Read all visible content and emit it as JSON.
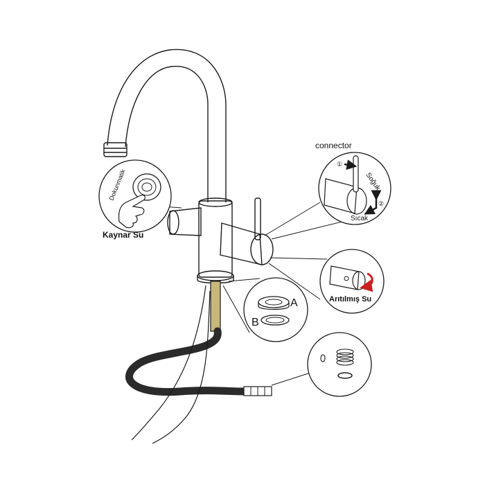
{
  "labels": {
    "connector": "connector",
    "touch": "Dokunmatik",
    "boiling_water": "Kaynar Su",
    "cold": "Soğuk",
    "hot": "Sıcak",
    "step_one": "①",
    "step_two": "②",
    "filtered_water": "Arıtılmış Su",
    "part_a": "A",
    "part_b": "B"
  },
  "colors": {
    "line": "#1a1a1a",
    "hose": "#2b2b2b",
    "arrow": "#1a1a1a",
    "arrow_red": "#cc1f1f",
    "pipe_tan": "#c8b77a"
  }
}
